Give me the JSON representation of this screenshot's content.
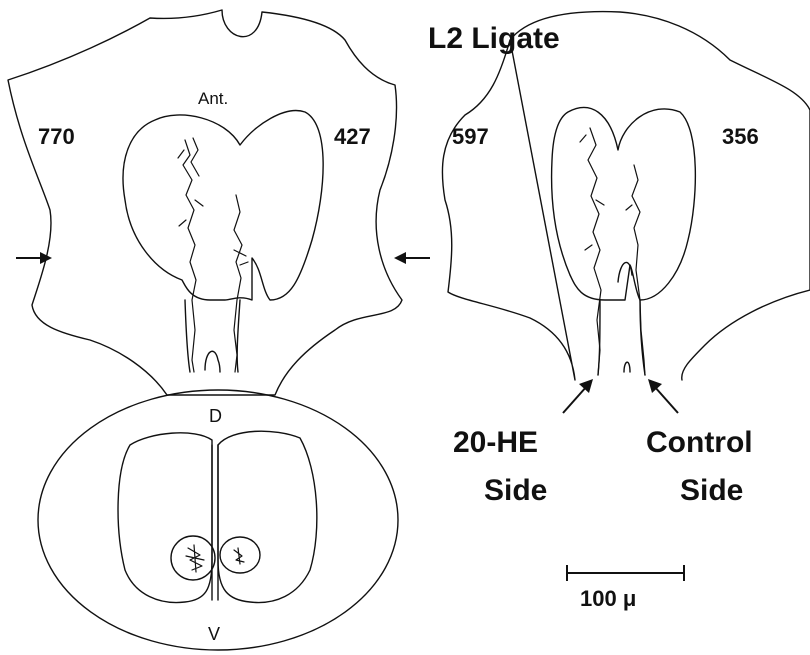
{
  "figure": {
    "title": "L2 Ligate",
    "left_section": {
      "anterior_label": "Ant.",
      "left_count": "770",
      "right_count": "427"
    },
    "right_section": {
      "left_count": "597",
      "right_count": "356",
      "left_side_label_line1": "20-HE",
      "left_side_label_line2": "Side",
      "right_side_label_line1": "Control",
      "right_side_label_line2": "Side"
    },
    "cross_section": {
      "dorsal_label": "D",
      "ventral_label": "V"
    },
    "scale_bar": {
      "label": "100 μ"
    }
  }
}
